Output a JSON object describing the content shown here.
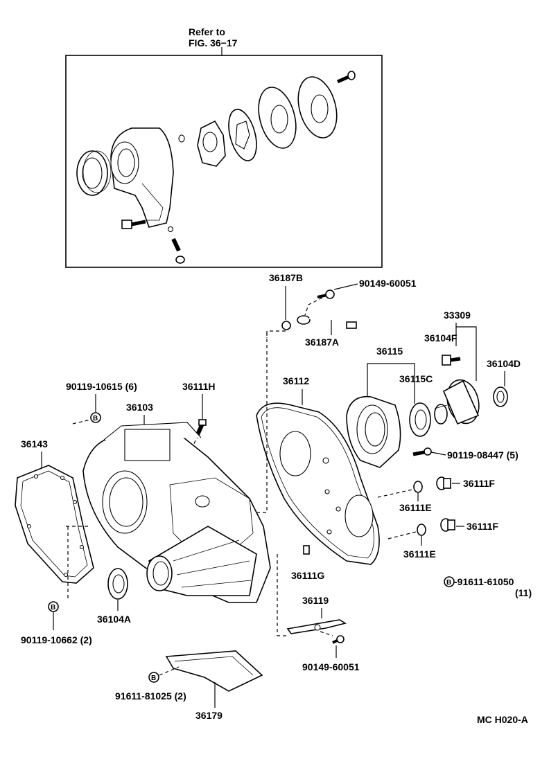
{
  "inset": {
    "refer_line1": "Refer to",
    "refer_line2": "FIG. 36−17"
  },
  "labels": {
    "p36187B": "36187B",
    "p90149_60051_top": "90149-60051",
    "p36187A": "36187A",
    "p33309": "33309",
    "p36104F": "36104F",
    "p36104D": "36104D",
    "p36115": "36115",
    "p36115C": "36115C",
    "p36112": "36112",
    "p90119_10615": "90119-10615 (6)",
    "p36111H": "36111H",
    "p36103": "36103",
    "p36143": "36143",
    "p90119_08447": "90119-08447 (5)",
    "p36111F_1": "36111F",
    "p36111E_1": "36111E",
    "p36111F_2": "36111F",
    "p36111E_2": "36111E",
    "p36111G": "36111G",
    "p91611_61050": "-91611-61050",
    "p91611_61050_qty": "(11)",
    "p36104A": "36104A",
    "p90119_10662": "90119-10662 (2)",
    "p36119": "36119",
    "p90149_60051_bot": "90149-60051",
    "p91611_81025": "91611-81025 (2)",
    "p36179": "36179",
    "footer_code": "MC  H020-A"
  },
  "symbols": {
    "bolt_marker_letter": "B"
  }
}
